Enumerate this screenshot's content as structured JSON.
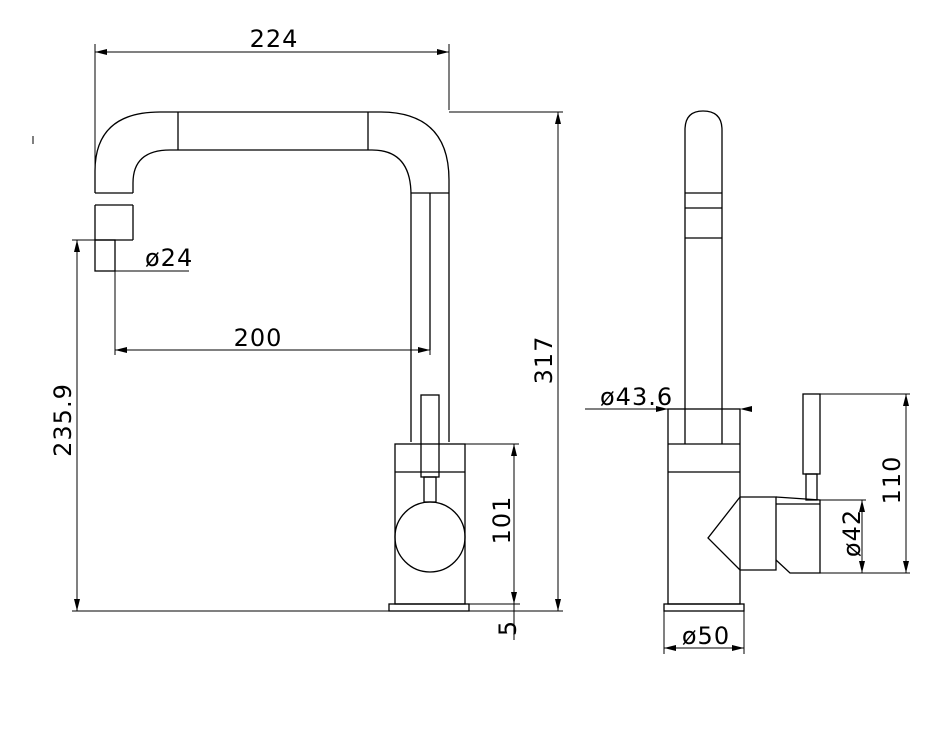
{
  "front_view": {
    "dim_width_overall": "224",
    "dim_spout_diameter": "ø24",
    "dim_spout_reach": "200",
    "dim_height_overall": "317",
    "dim_spout_height": "235.9",
    "dim_body_height": "101",
    "dim_base_thickness": "5"
  },
  "side_view": {
    "dim_body_diameter": "ø43.6",
    "dim_lever_height": "110",
    "dim_handle_diameter": "ø42",
    "dim_base_diameter": "ø50"
  }
}
